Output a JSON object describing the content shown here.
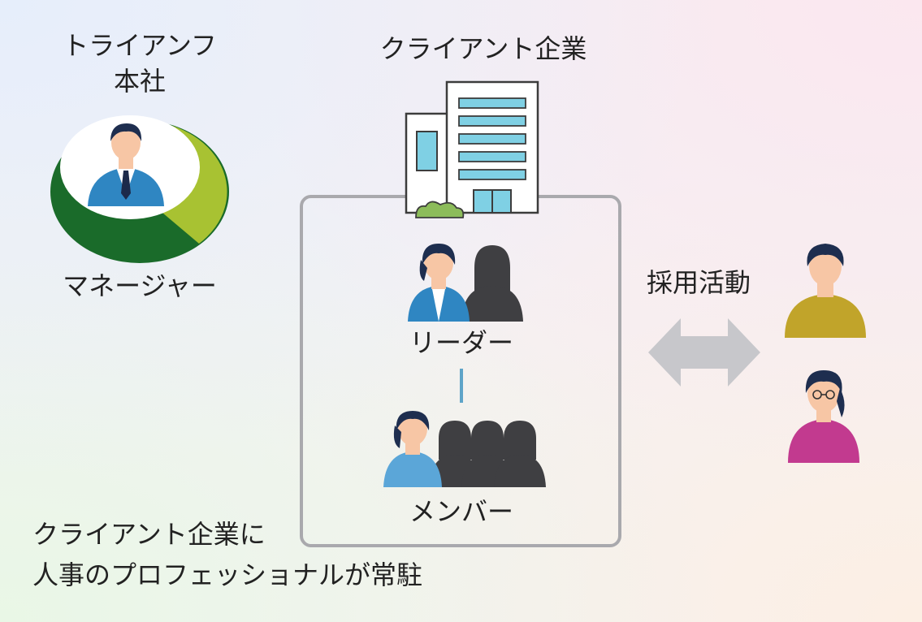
{
  "hq": {
    "title_line1": "トライアンフ",
    "title_line2": "本社",
    "role": "マネージャー"
  },
  "client": {
    "title": "クライアント企業",
    "leader_label": "リーダー",
    "member_label": "メンバー"
  },
  "recruiting": {
    "label": "採用活動"
  },
  "caption": {
    "line1": "クライアント企業に",
    "line2": "人事のプロフェッショナルが常駐"
  },
  "colors": {
    "ring_dark_green": "#1a6b2a",
    "ring_lime": "#a8c232",
    "building_blue": "#7fd0e4",
    "box_border": "#a9a9ad",
    "arrow_gray": "#c7c7cb",
    "candidate_mustard": "#c1a42a",
    "candidate_magenta": "#c23a8f",
    "silhouette": "#3f3f42"
  }
}
